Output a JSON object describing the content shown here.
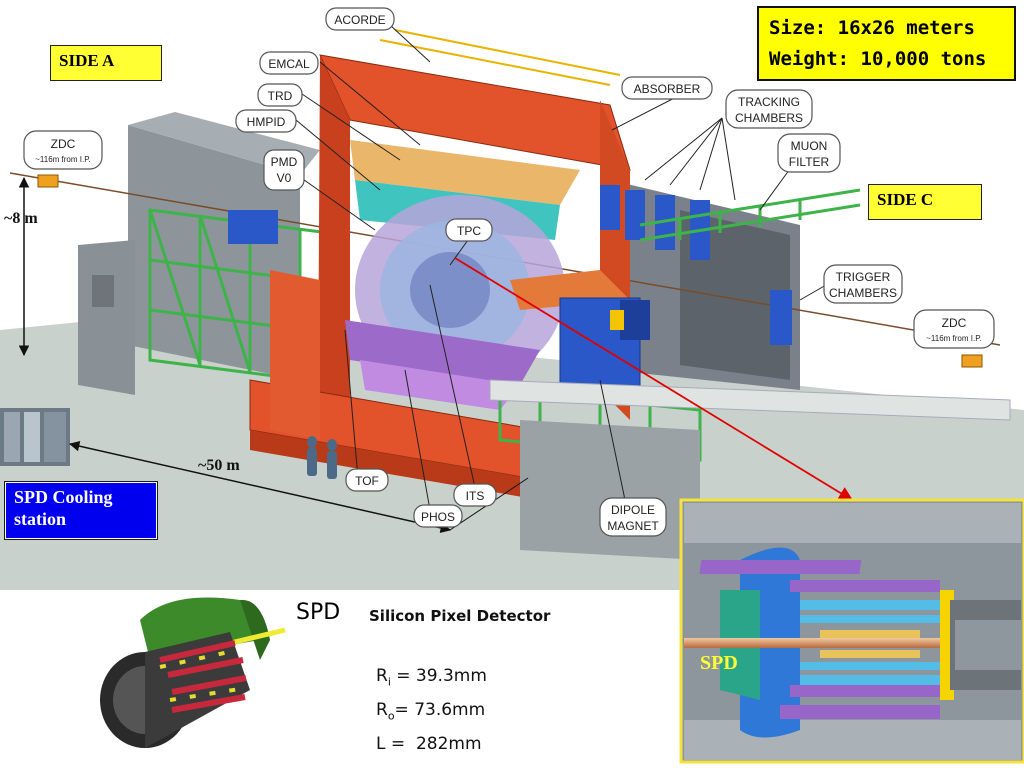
{
  "labels": {
    "acorde": "ACORDE",
    "emcal": "EMCAL",
    "trd": "TRD",
    "hmpid": "HMPID",
    "pmd": "PMD",
    "v0": "V0",
    "zdc_a": "ZDC",
    "zdc_a_sub": "~116m from I.P.",
    "zdc_c": "ZDC",
    "zdc_c_sub": "~116m from I.P.",
    "absorber": "ABSORBER",
    "tracking_1": "TRACKING",
    "tracking_2": "CHAMBERS",
    "muon_1": "MUON",
    "muon_2": "FILTER",
    "trigger_1": "TRIGGER",
    "trigger_2": "CHAMBERS",
    "tpc": "TPC",
    "tof": "TOF",
    "phos": "PHOS",
    "its": "ITS",
    "dipole_1": "DIPOLE",
    "dipole_2": "MAGNET",
    "side_a": "SIDE A",
    "side_c": "SIDE C"
  },
  "spec": {
    "size": "Size: 16x26 meters",
    "weight": "Weight: 10,000 tons"
  },
  "dimensions": {
    "height": "~8 m",
    "length": "~50 m"
  },
  "cooling": "SPD Cooling station",
  "spd": {
    "title": "SPD",
    "full_name": "Silicon Pixel Detector",
    "inset_label": "SPD",
    "params": [
      {
        "sym": "R",
        "sub": "i",
        "text": " = 39.3mm"
      },
      {
        "sym": "R",
        "sub": "o",
        "text": "= 73.6mm"
      },
      {
        "sym": "L",
        "sub": "",
        "text": " =  282mm"
      }
    ]
  },
  "colors": {
    "magnet": "#e2522b",
    "frame": "#3db34a",
    "chambers": "#2a58c8",
    "floor": "#c9d1cc",
    "arrow": "#e00000"
  }
}
